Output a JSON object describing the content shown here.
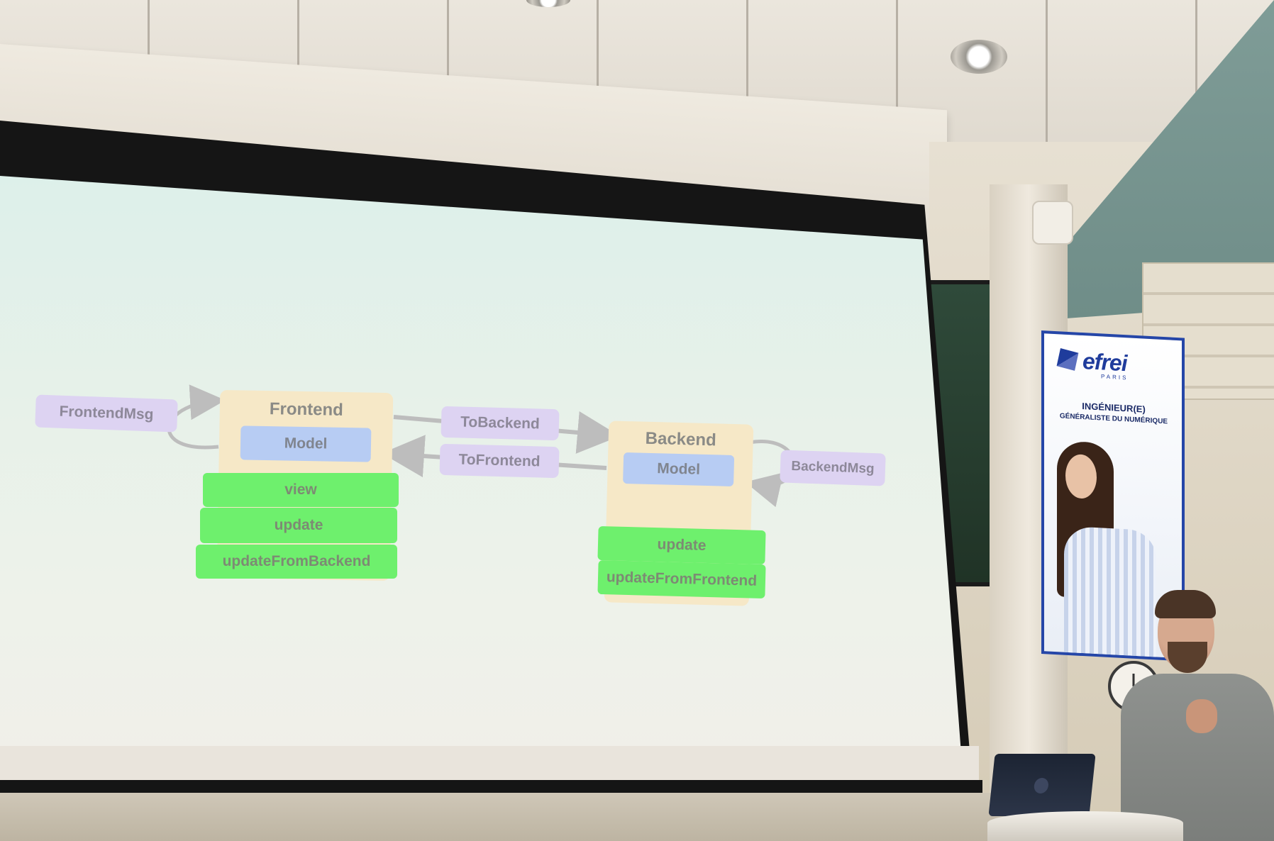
{
  "slide": {
    "frontend_msg": "FrontendMsg",
    "frontend": {
      "title": "Frontend",
      "model": "Model",
      "functions": [
        "view",
        "update",
        "updateFromBackend"
      ]
    },
    "to_backend": "ToBackend",
    "to_frontend": "ToFrontend",
    "backend": {
      "title": "Backend",
      "model": "Model",
      "functions": [
        "update",
        "updateFromFrontend"
      ]
    },
    "backend_msg": "BackendMsg"
  },
  "poster": {
    "brand": "efrei",
    "brand_sub": "PARIS",
    "heading_line1": "INGÉNIEUR(E)",
    "heading_line2": "GÉNÉRALISTE DU NUMÉRIQUE",
    "colors": {
      "border": "#2546a8"
    }
  },
  "colors": {
    "msg_box": "#ddd3f2",
    "panel": "#f6e8c7",
    "model_box": "#b7ccf3",
    "function_box": "#6ef06d",
    "arrow": "#bdbdbd"
  }
}
